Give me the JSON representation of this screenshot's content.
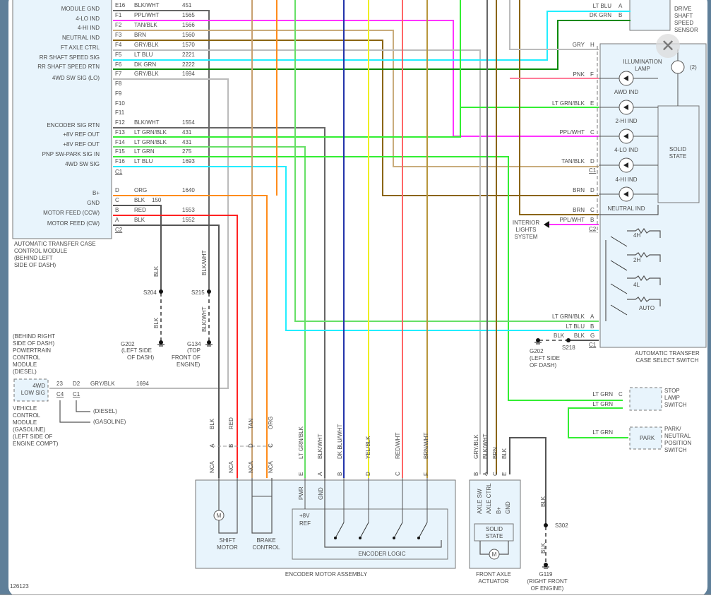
{
  "module": {
    "name_lines": [
      "AUTOMATIC TRANSFER CASE",
      "CONTROL MODULE",
      "(BEHIND LEFT",
      "SIDE OF DASH)"
    ],
    "pin_labels": [
      "MODULE GND",
      "4-LO IND",
      "4-HI IND",
      "NEUTRAL IND",
      "FT AXLE CTRL",
      "RR SHAFT SPEED SIG",
      "RR SHAFT SPEED RTN",
      "4WD SW SIG (LO)",
      "ENCODER SIG RTN",
      "+8V REF OUT",
      "+8V REF OUT",
      "PNP SW-PARK SIG IN",
      "4WD SW SIG",
      "B+",
      "GND",
      "MOTOR FEED (CCW)",
      "MOTOR FEED (CW)"
    ],
    "pins": [
      {
        "cavity": "E16",
        "color": "BLK/WHT",
        "circuit": "451"
      },
      {
        "cavity": "F1",
        "color": "PPL/WHT",
        "circuit": "1565"
      },
      {
        "cavity": "F2",
        "color": "TAN/BLK",
        "circuit": "1566"
      },
      {
        "cavity": "F3",
        "color": "BRN",
        "circuit": "1560"
      },
      {
        "cavity": "F4",
        "color": "GRY/BLK",
        "circuit": "1570"
      },
      {
        "cavity": "F5",
        "color": "LT BLU",
        "circuit": "2221"
      },
      {
        "cavity": "F6",
        "color": "DK GRN",
        "circuit": "2222"
      },
      {
        "cavity": "F7",
        "color": "GRY/BLK",
        "circuit": "1694"
      },
      {
        "cavity": "F8"
      },
      {
        "cavity": "F9"
      },
      {
        "cavity": "F10"
      },
      {
        "cavity": "F11"
      },
      {
        "cavity": "F12",
        "color": "BLK/WHT",
        "circuit": "1554"
      },
      {
        "cavity": "F13",
        "color": "LT GRN/BLK",
        "circuit": "431"
      },
      {
        "cavity": "F14",
        "color": "LT GRN/BLK",
        "circuit": "431"
      },
      {
        "cavity": "F15",
        "color": "LT GRN",
        "circuit": "275"
      },
      {
        "cavity": "F16",
        "color": "LT BLU",
        "circuit": "1693"
      },
      {
        "cavity": "D",
        "color": "ORG",
        "circuit": "1640"
      },
      {
        "cavity": "C",
        "color": "BLK",
        "circuit": "150"
      },
      {
        "cavity": "B",
        "color": "RED",
        "circuit": "1553"
      },
      {
        "cavity": "A",
        "color": "BLK",
        "circuit": "1552"
      }
    ],
    "connectors": [
      "C1",
      "C2"
    ]
  },
  "grounds_left": {
    "s204": {
      "wire_top": "BLK",
      "splice": "S204",
      "wire_bottom": "BLK",
      "ground": "G202",
      "loc": [
        "(LEFT SIDE",
        "OF DASH)"
      ]
    },
    "s215": {
      "wire_top": "BLK/WHT",
      "splice": "S215",
      "wire_bottom": "BLK/WHT",
      "ground": "G134",
      "loc": [
        "(TOP",
        "FRONT OF",
        "ENGINE)"
      ]
    }
  },
  "pcm": {
    "lines": [
      "(BEHIND RIGHT",
      "SIDE OF DASH)",
      "POWERTRAIN",
      "CONTROL",
      "MODULE",
      "(DIESEL)"
    ],
    "box_label": [
      "4WD",
      "LOW SIG"
    ],
    "pin_diesel": "23",
    "pin_gas": "D2",
    "wire": "GRY/BLK",
    "circuit": "1694",
    "conn_diesel": "C4",
    "conn_gas": "C1",
    "vcm_lines": [
      "VEHICLE",
      "CONTROL",
      "MODULE",
      "(GASOLINE)",
      "(LEFT SIDE OF",
      "ENGINE COMPT)"
    ],
    "note_diesel": "(DIESEL)",
    "note_gas": "(GASOLINE)"
  },
  "encoder": {
    "title": "ENCODER MOTOR ASSEMBLY",
    "motor_wires": [
      {
        "color": "BLK",
        "pin": "A"
      },
      {
        "color": "RED",
        "pin": "B"
      },
      {
        "color": "TAN",
        "pin": "D"
      },
      {
        "color": "ORG",
        "pin": "C"
      }
    ],
    "nca": "NCA",
    "logic_wires": [
      {
        "color": "LT GRN/BLK",
        "pin": "E"
      },
      {
        "color": "BLK/WHT",
        "pin": "A"
      },
      {
        "color": "DK BLU/WHT",
        "pin": "B"
      },
      {
        "color": "YEL/BLK",
        "pin": "D"
      },
      {
        "color": "RED/WHT",
        "pin": "C"
      },
      {
        "color": "BRN/WHT",
        "pin": "F"
      }
    ],
    "pwr": "PWR",
    "gnd": "GND",
    "ref": [
      "+8V",
      "REF"
    ],
    "logic_label": "ENCODER LOGIC",
    "shift_motor": [
      "SHIFT",
      "MOTOR"
    ],
    "brake_control": [
      "BRAKE",
      "CONTROL"
    ],
    "motor_symbol": "M"
  },
  "front_axle": {
    "title": [
      "FRONT AXLE",
      "ACTUATOR"
    ],
    "wires": [
      {
        "color": "GRY/BLK",
        "pin": "B",
        "func": "AXLE SW"
      },
      {
        "color": "BLK/WHT",
        "pin": "A",
        "func": "AXLE CTRL"
      },
      {
        "color": "BRN",
        "pin": "C",
        "func": "B+"
      },
      {
        "color": "BLK",
        "pin": "E",
        "func": "GND"
      }
    ],
    "solid_state": [
      "SOLID",
      "STATE"
    ],
    "motor_symbol": "M",
    "ground": {
      "wire_top": "BLK",
      "splice": "S302",
      "wire_bottom": "BLK",
      "ground": "G119",
      "loc": [
        "(RIGHT FRONT",
        "OF ENGINE)"
      ]
    }
  },
  "rear_sensor": {
    "pins": [
      {
        "color": "LT BLU",
        "pin": "A"
      },
      {
        "color": "DK GRN",
        "pin": "B"
      }
    ],
    "label": [
      "DRIVE",
      "SHAFT",
      "SPEED",
      "SENSOR"
    ]
  },
  "select_switch": {
    "title": [
      "AUTOMATIC TRANSFER",
      "CASE SELECT SWITCH"
    ],
    "pins_c1_top": [
      {
        "color": "GRY",
        "pin": "H"
      },
      {
        "color": "PNK",
        "pin": "F"
      },
      {
        "color": "LT GRN/BLK",
        "pin": "E"
      },
      {
        "color": "PPL/WHT",
        "pin": "C"
      },
      {
        "color": "TAN/BLK",
        "pin": "D"
      }
    ],
    "pins_c2": [
      {
        "color": "BRN",
        "pin": "D"
      },
      {
        "color": "BRN",
        "pin": "C"
      },
      {
        "color": "PPL/WHT",
        "pin": "B"
      }
    ],
    "pins_c1_bottom": [
      {
        "color": "LT GRN/BLK",
        "pin": "A"
      },
      {
        "color": "LT BLU",
        "pin": "B"
      },
      {
        "color": "BLK",
        "pin": "G"
      }
    ],
    "connectors": [
      "C1",
      "C2",
      "C1"
    ],
    "illumination": [
      "ILLUMINATION",
      "LAMP"
    ],
    "lamp_count": "(2)",
    "indicators": [
      "AWD IND",
      "2-HI IND",
      "4-LO IND",
      "4-HI IND",
      "NEUTRAL IND"
    ],
    "solid_state": [
      "SOLID",
      "STATE"
    ],
    "positions": [
      "4H",
      "2H",
      "4L",
      "AUTO"
    ],
    "interior_lights": [
      "INTERIOR",
      "LIGHTS",
      "SYSTEM"
    ],
    "ground": {
      "wire": "BLK",
      "splice": "S218",
      "ground": "G202",
      "loc": [
        "(LEFT SIDE",
        "OF DASH)"
      ]
    }
  },
  "stop_lamp": {
    "wires": [
      {
        "color": "LT GRN",
        "pin": "C"
      },
      {
        "color": "LT GRN"
      }
    ],
    "label": [
      "STOP",
      "LAMP",
      "SWITCH"
    ]
  },
  "park_switch": {
    "wire": "LT GRN",
    "box": "PARK",
    "label": [
      "PARK/",
      "NEUTRAL",
      "POSITION",
      "SWITCH"
    ]
  },
  "figure_id": "126123",
  "overlay": {
    "close_icon": "close-icon",
    "close_glyph": "✕"
  },
  "wire_colors": {
    "BLK": "#555555",
    "BLK_WHT": "#666666",
    "PPL_WHT": "#ff33ff",
    "TAN_BLK": "#c9ac7c",
    "BRN": "#8b6512",
    "GRY_BLK": "#bbbbbb",
    "LT_BLU": "#22eeff",
    "DK_GRN": "#0a8a0a",
    "LT_GRN": "#33ee33",
    "LT_GRN_BLK": "#66e066",
    "ORG": "#ff8c1a",
    "RED": "#ff2222",
    "TAN": "#c8a070",
    "DK_BLU_WHT": "#2233aa",
    "YEL_BLK": "#eeee22",
    "RED_WHT": "#ff6666",
    "BRN_WHT": "#b8963c",
    "PNK": "#ff7b98",
    "GRY": "#bbbbbb"
  }
}
